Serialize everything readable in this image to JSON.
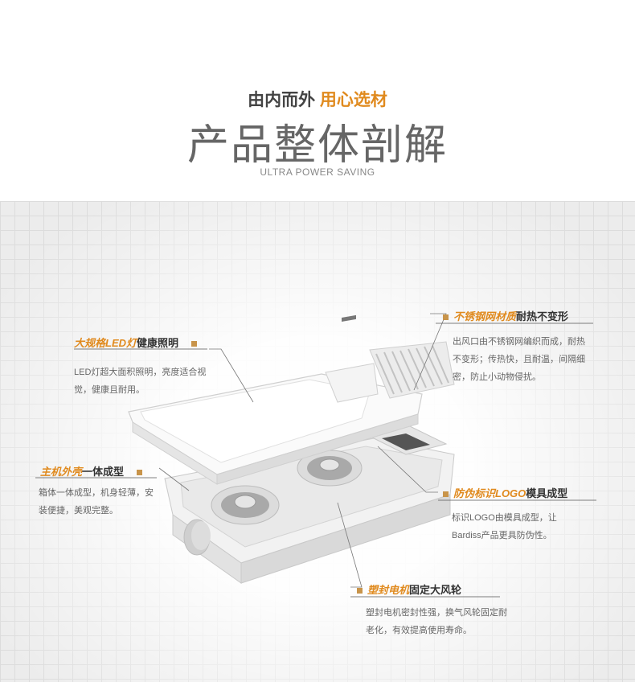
{
  "header": {
    "kicker_plain": "由内而外",
    "kicker_highlight": "用心选材",
    "title": "产品整体剖解",
    "subtitle": "ULTRA POWER SAVING"
  },
  "callouts": {
    "led": {
      "highlight": "大规格LED灯",
      "plain": "健康照明",
      "desc": "LED灯超大面积照明，亮度适合视觉，健康且耐用。"
    },
    "mesh": {
      "highlight": "不锈钢网材质",
      "plain": "耐热不变形",
      "desc": "出风口由不锈钢网编织而成，耐热不变形；传热快，且耐温，间隔细密，防止小动物侵扰。"
    },
    "shell": {
      "highlight": "主机外壳",
      "plain": "一体成型",
      "desc": "箱体一体成型，机身轻薄，安装便捷，美观完整。"
    },
    "logo": {
      "highlight": "防伪标识LOGO",
      "plain": "模具成型",
      "desc": "标识LOGO由模具成型，让Bardiss产品更具防伪性。"
    },
    "motor": {
      "highlight": "塑封电机",
      "plain": "固定大风轮",
      "desc": "塑封电机密封性强，换气风轮固定耐老化，有效提高使用寿命。"
    }
  },
  "colors": {
    "accent": "#e08a1e",
    "marker": "#c8944a",
    "grid": "#dcdcdc"
  }
}
